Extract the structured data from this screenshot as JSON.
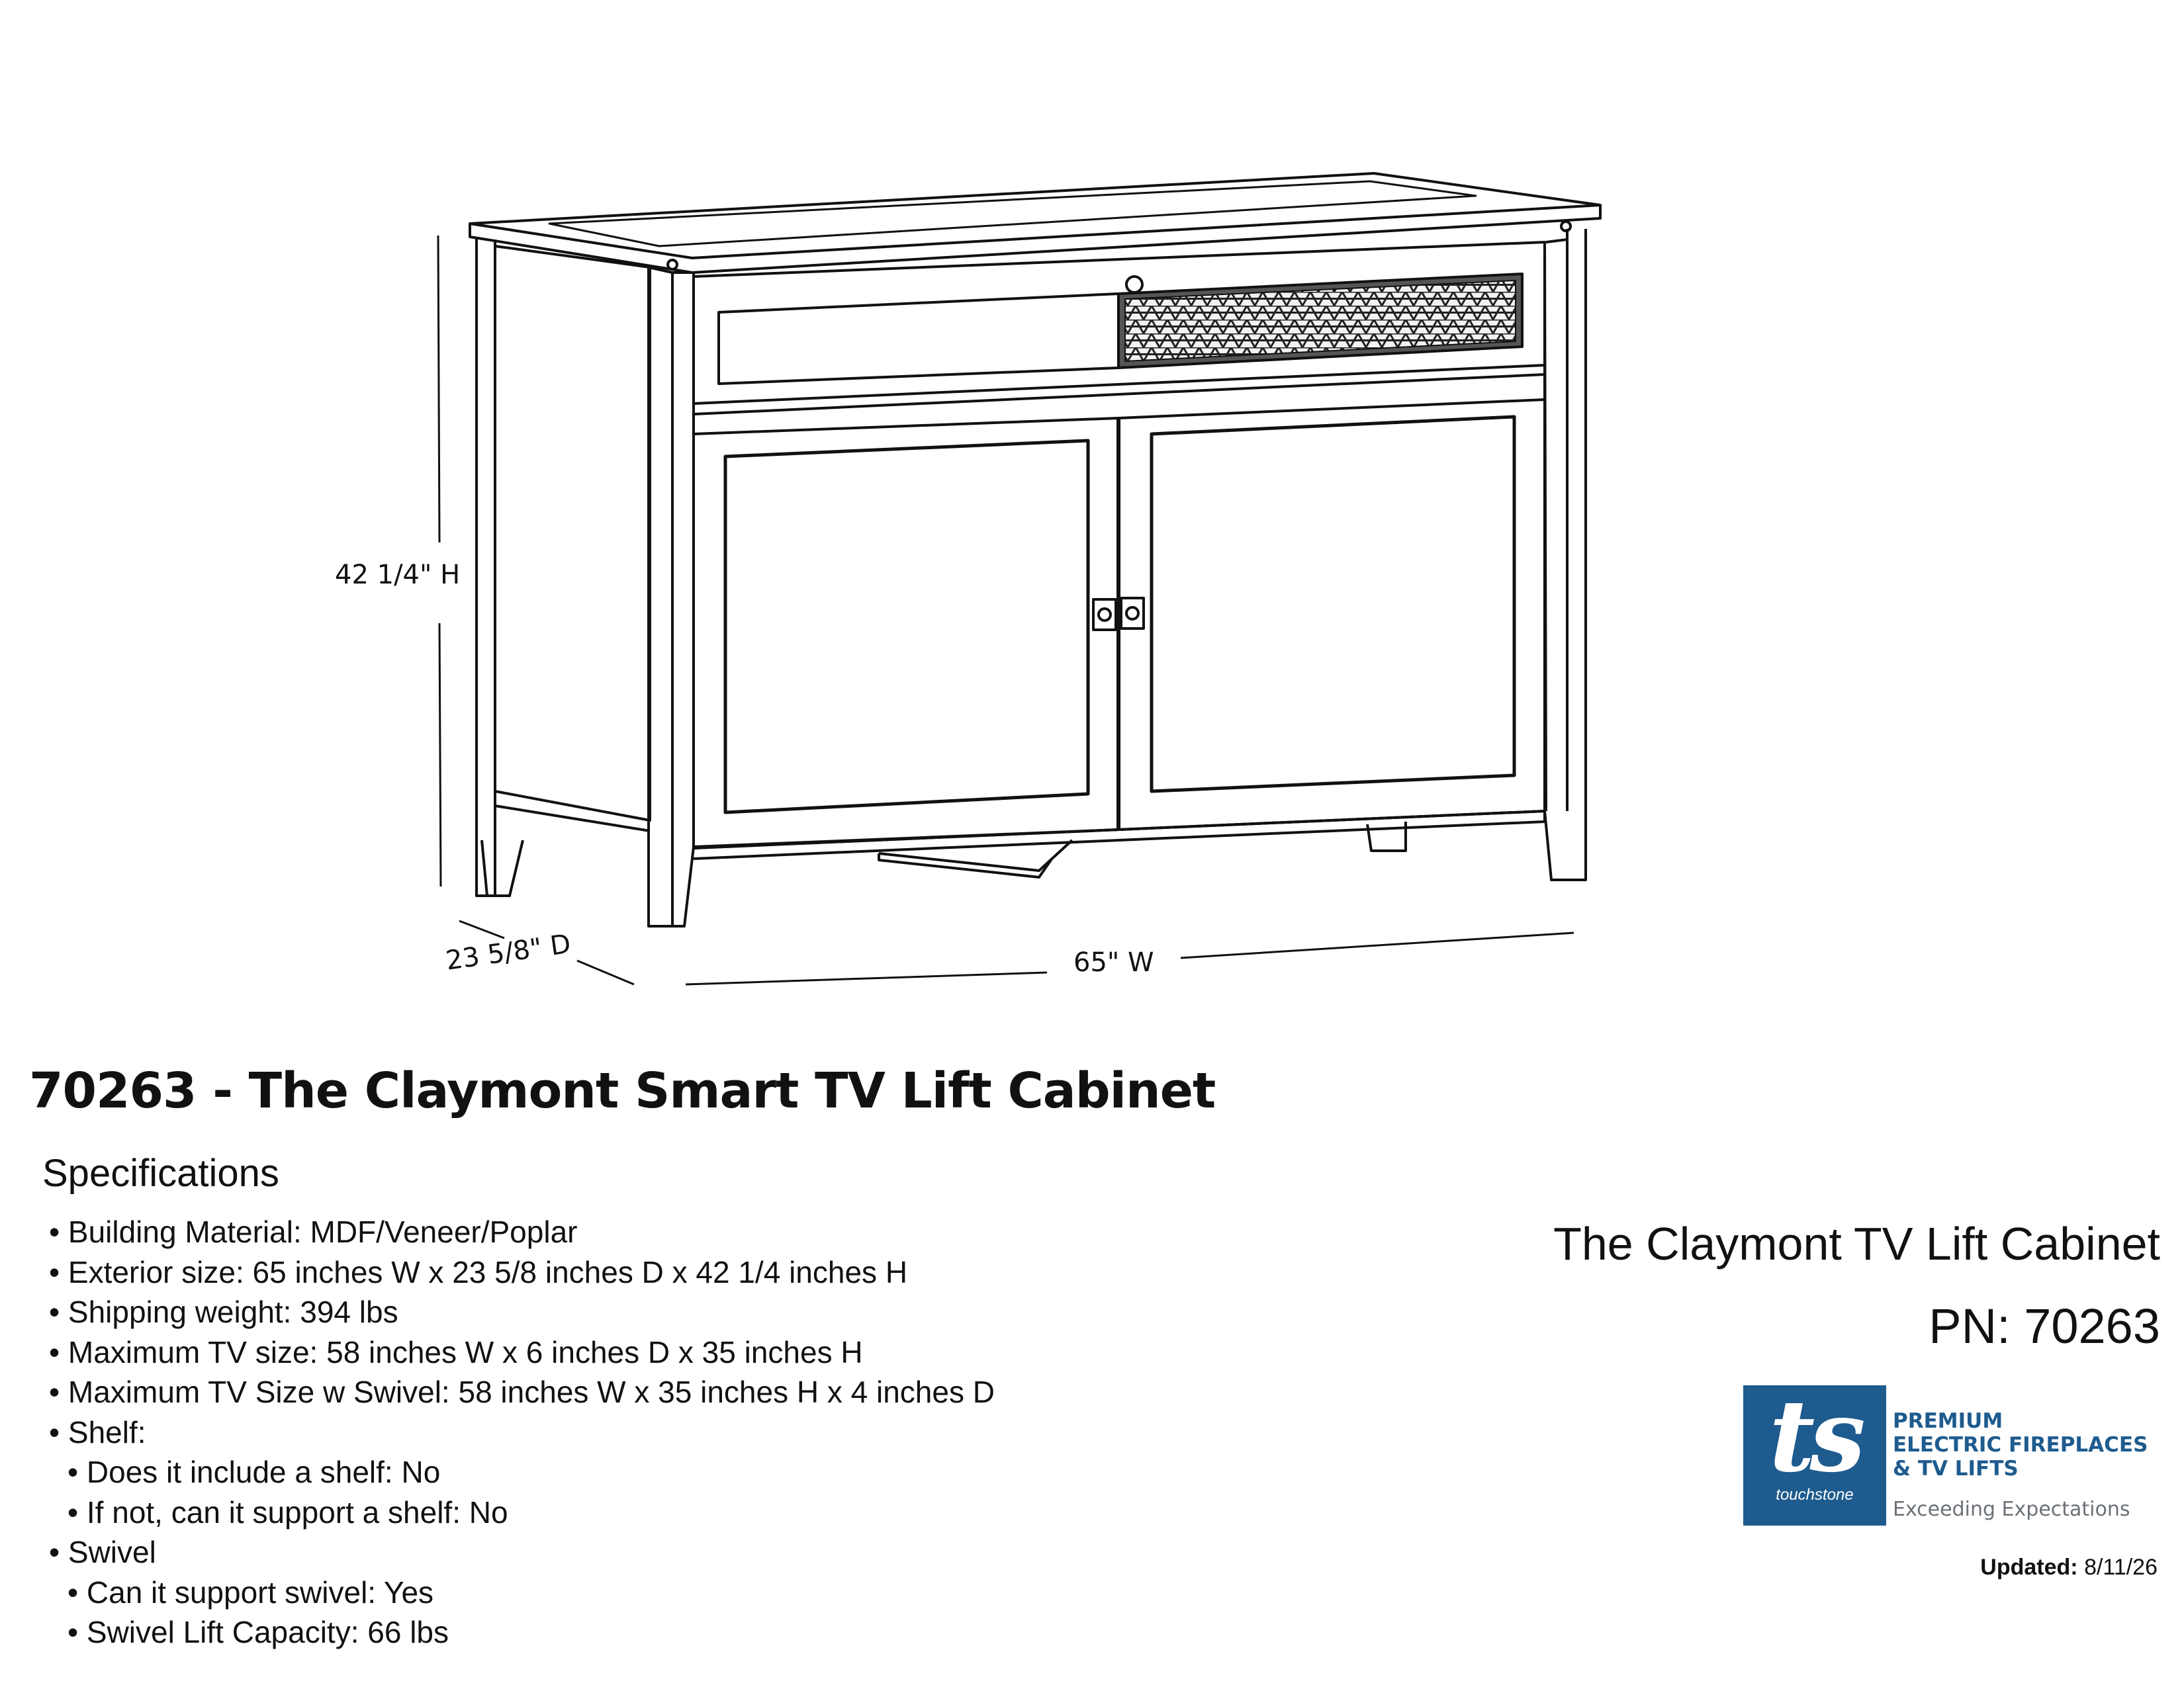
{
  "dimensions": {
    "height": "42 1/4\" H",
    "depth": "23 5/8\" D",
    "width": "65\" W"
  },
  "title": "70263 - The Claymont Smart TV Lift Cabinet",
  "specifications": {
    "heading": "Specifications",
    "items": [
      "Building Material: MDF/Veneer/Poplar",
      "Exterior size: 65 inches W x 23 5/8 inches D x 42 1/4 inches H",
      "Shipping weight:  394 lbs",
      "Maximum TV size: 58 inches W x 6 inches D x 35 inches H",
      "Maximum TV Size w Swivel: 58 inches W x 35 inches H x 4 inches D",
      "Shelf:",
      "Does it include a shelf: No",
      "If not, can it support a shelf: No",
      "Swivel",
      "Can it support swivel: Yes",
      "Swivel Lift Capacity: 66 lbs"
    ]
  },
  "side": {
    "product_name": "The Claymont TV Lift Cabinet",
    "part_number": "PN: 70263"
  },
  "logo": {
    "mark": "ts",
    "wordmark": "touchstone",
    "tagline_1": "PREMIUM",
    "tagline_2": "ELECTRIC FIREPLACES",
    "tagline_3": "& TV LIFTS",
    "slogan": "Exceeding Expectations",
    "color": "#1e5b8e"
  },
  "updated": {
    "label": "Updated:",
    "date": "8/11/26"
  }
}
